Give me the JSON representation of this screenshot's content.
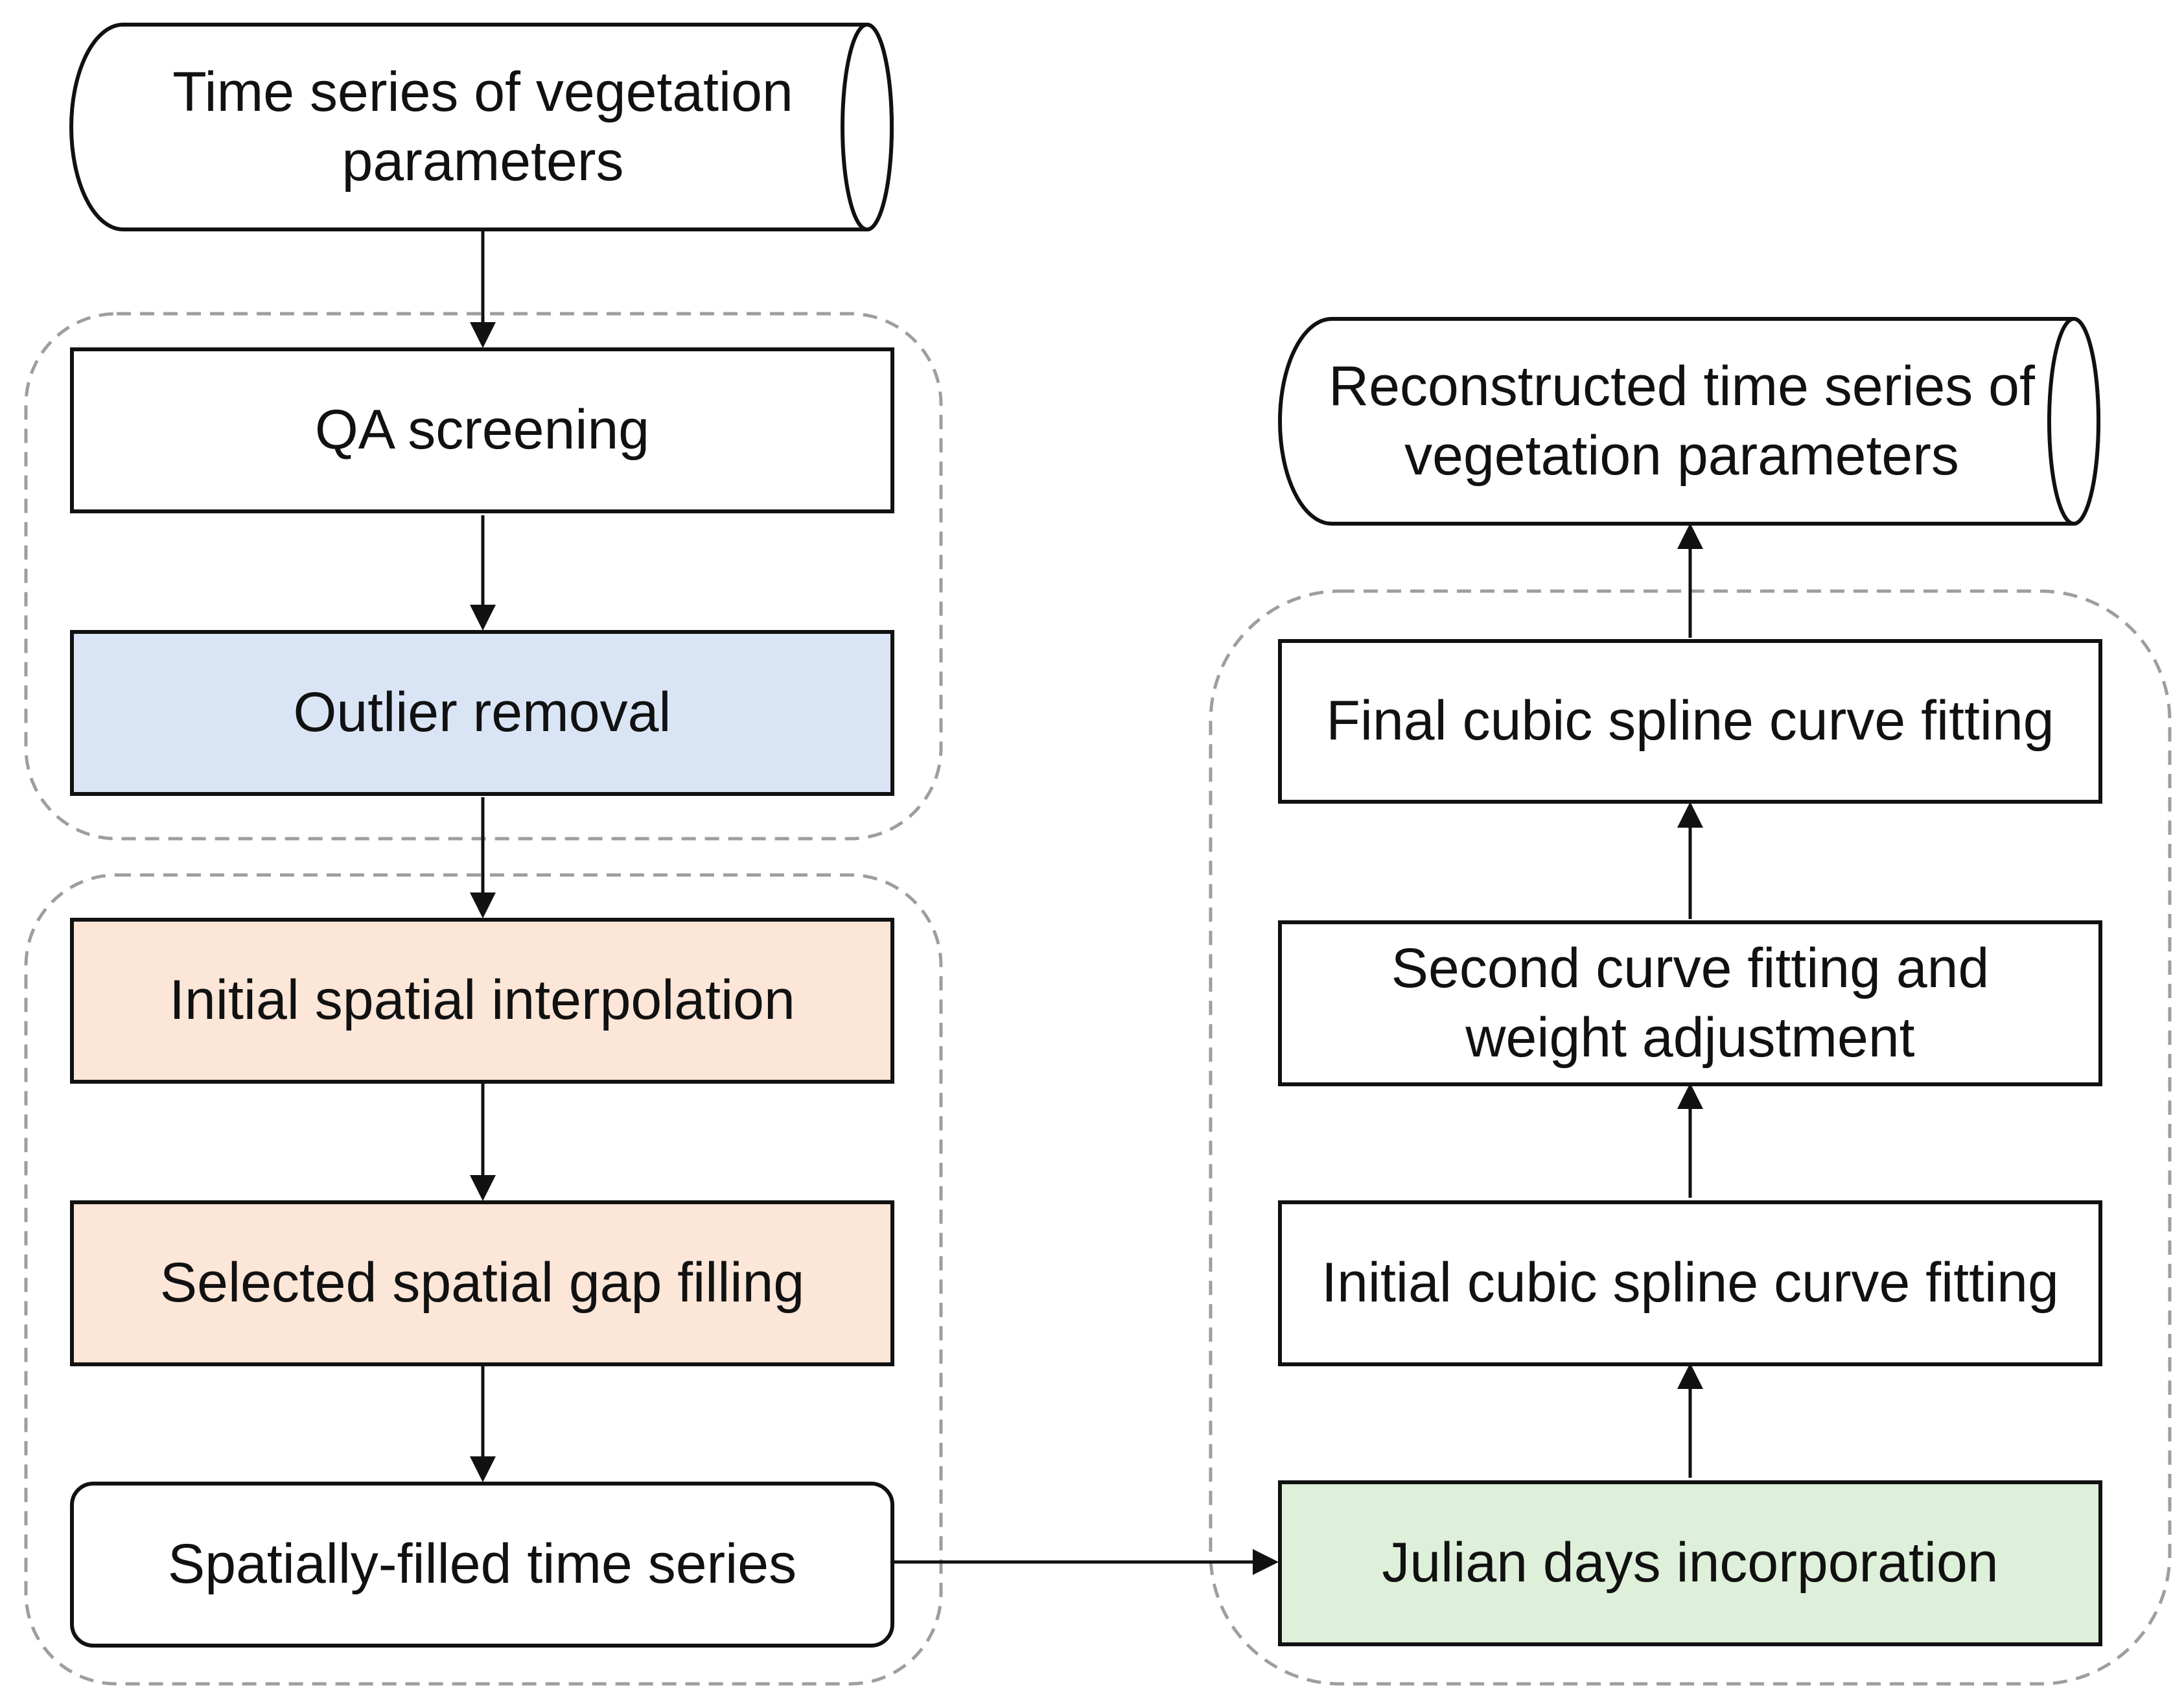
{
  "diagram": {
    "colors": {
      "line": "#111111",
      "group_border": "#9e9e9e",
      "box_white": "#ffffff",
      "box_blue": "#d9e5f5",
      "box_peach": "#fce6d8",
      "box_green": "#def0d9"
    },
    "nodes": {
      "input_series": "Time series of vegetation\nparameters",
      "qa_screening": "QA screening",
      "outlier_removal": "Outlier removal",
      "initial_spatial_interpolation": "Initial spatial interpolation",
      "selected_spatial_gap_filling": "Selected spatial gap filling",
      "spatially_filled_series": "Spatially-filled time series",
      "julian_days": "Julian days incorporation",
      "initial_cubic_spline": "Initial cubic spline curve fitting",
      "second_curve_fitting": "Second curve fitting and\nweight adjustment",
      "final_cubic_spline": "Final cubic spline curve fitting",
      "output_series": "Reconstructed time series of\nvegetation parameters"
    }
  }
}
